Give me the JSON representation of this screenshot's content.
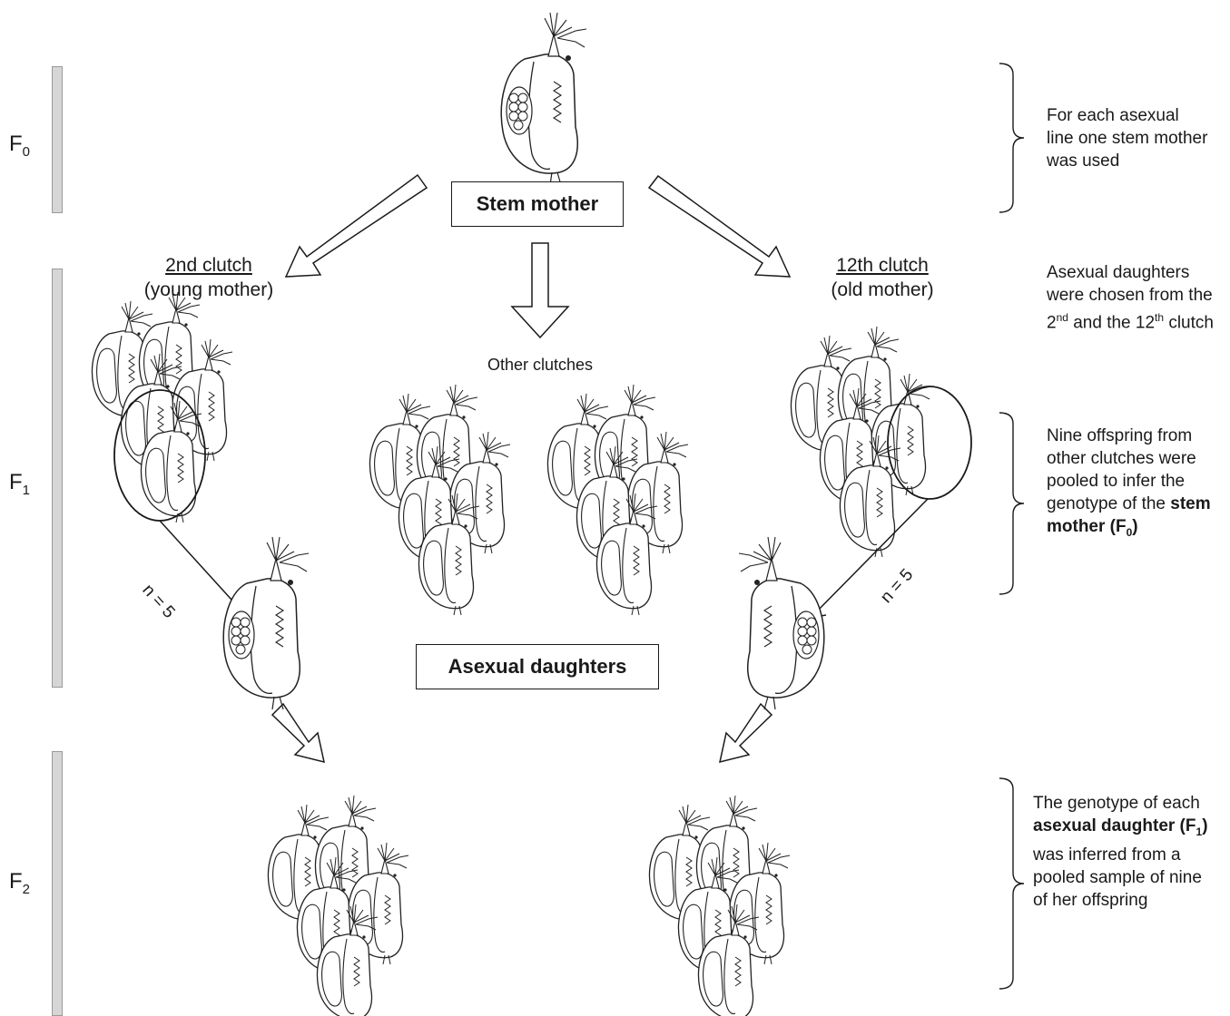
{
  "generations": [
    {
      "label": "F",
      "sub": "0"
    },
    {
      "label": "F",
      "sub": "1"
    },
    {
      "label": "F",
      "sub": "2"
    }
  ],
  "boxes": {
    "stem_mother": "Stem mother",
    "asexual_daughters": "Asexual daughters"
  },
  "clutches": {
    "left_title": "2nd clutch",
    "left_sub": "(young mother)",
    "right_title": "12th clutch",
    "right_sub": "(old mother)",
    "other": "Other clutches"
  },
  "sample_size": {
    "left": "n = 5",
    "right": "n = 5"
  },
  "notes": {
    "f0": "For each asexual line one stem mother was used",
    "f1a_1": "Asexual daughters were chosen from the 2",
    "f1a_sup1": "nd",
    "f1a_2": " and the 12",
    "f1a_sup2": "th",
    "f1a_3": " clutch",
    "f1b_1": "Nine offspring from other clutches were pooled to infer the genotype of the ",
    "f1b_bold": "stem mother (F",
    "f1b_sub": "0",
    "f1b_close": ")",
    "f2_1": "The genotype of each ",
    "f2_bold": "asexual daughter (F",
    "f2_sub": "1",
    "f2_close": ")",
    "f2_2": " was inferred from a pooled sample of nine of her offspring"
  },
  "colors": {
    "ink": "#1a1a1a",
    "bar": "#d6d6d6"
  }
}
